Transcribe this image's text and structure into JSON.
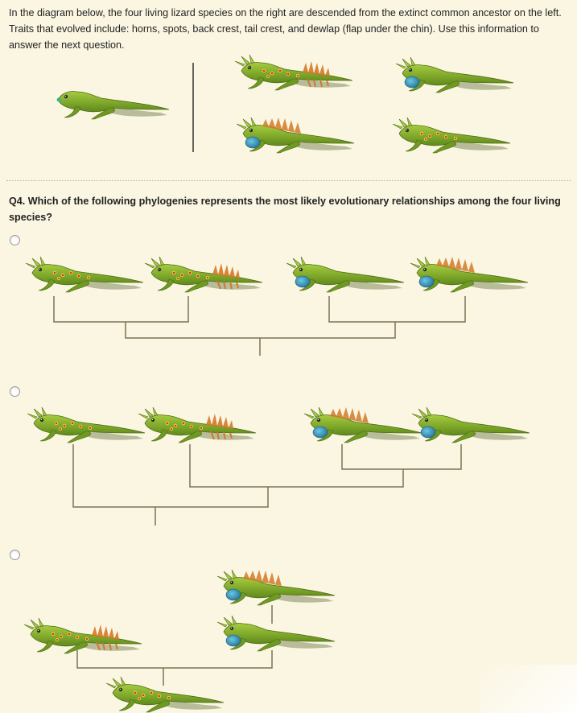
{
  "intro_text": "In the diagram below, the four living lizard species on the right are descended from the extinct common ancestor on the left. Traits that evolved include: horns, spots, back crest, tail crest, and dewlap (flap under the chin). Use this information to answer the next question.",
  "question_text": "Q4. Which of the following phylogenies represents the most likely evolutionary relationships among the four living species?",
  "colors": {
    "background": "#fbf6e2",
    "lizard_body": "#8cb632",
    "lizard_dark": "#4f6d16",
    "dewlap": "#2f8fb7",
    "spot": "#d8361b",
    "crest": "#d07a28",
    "tree_line": "#7d7255"
  },
  "species_icons": [
    "ancestor-lizard-icon",
    "horns-spots-tailcrest-lizard-icon",
    "horns-dewlap-lizard-icon",
    "horns-dewlap-backcrest-lizard-icon",
    "horns-spots-lizard-icon"
  ],
  "answer_options": [
    {
      "name": "option-a",
      "selected": false
    },
    {
      "name": "option-b",
      "selected": false
    },
    {
      "name": "option-c",
      "selected": false
    }
  ]
}
